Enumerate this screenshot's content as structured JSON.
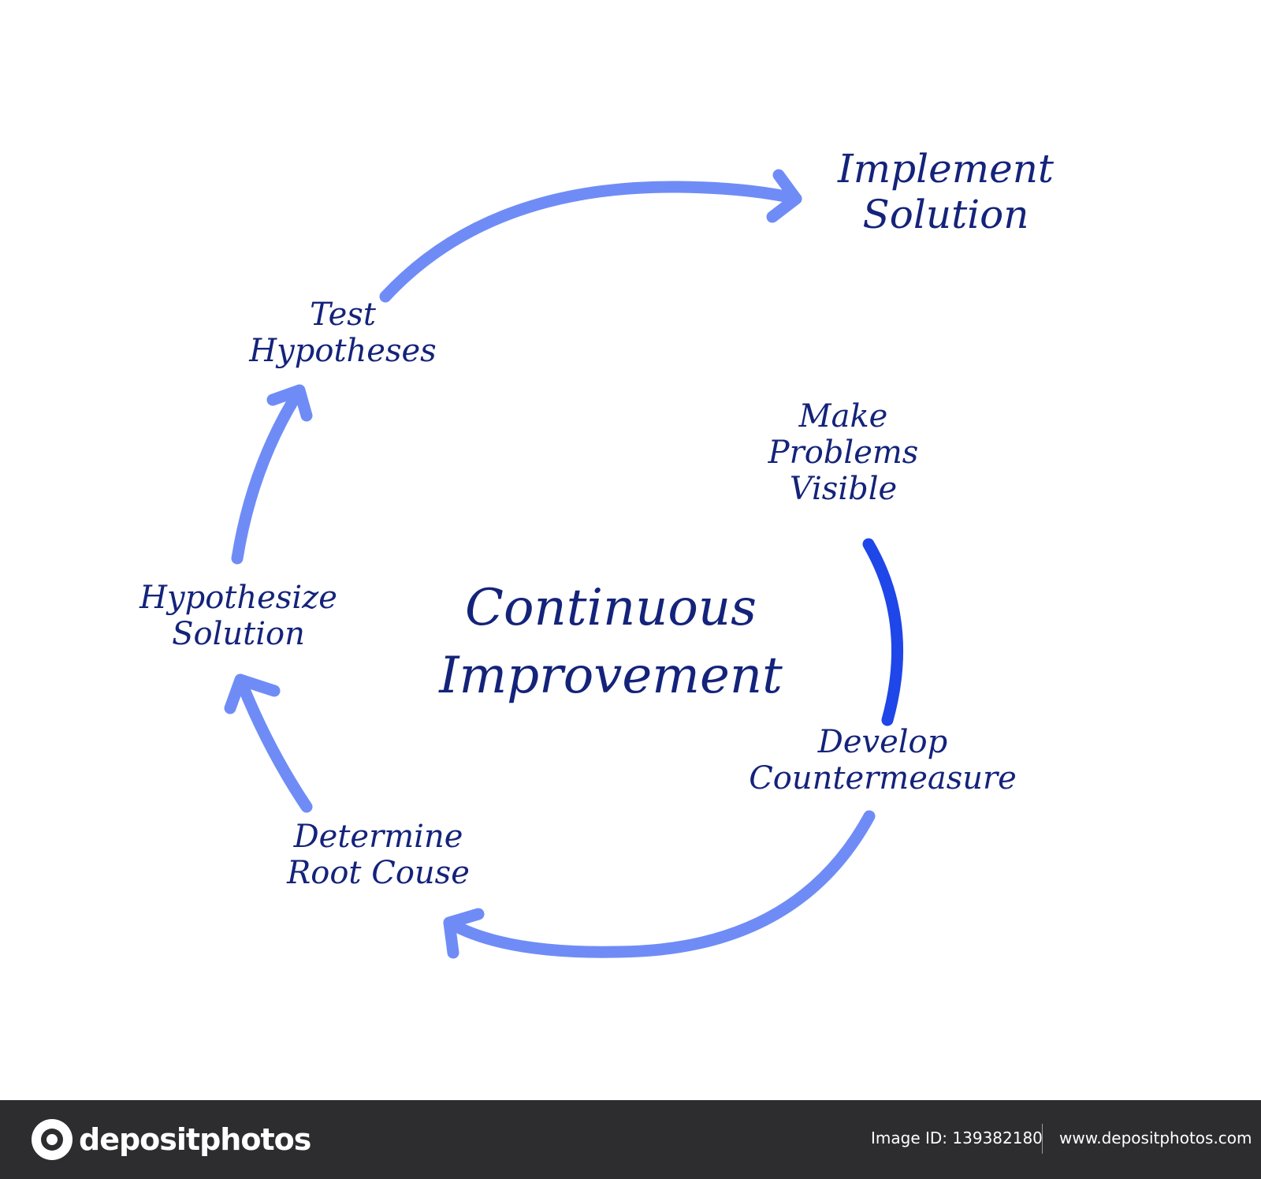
{
  "diagram": {
    "center_title": [
      "Continuous",
      "Improvement"
    ],
    "stages": {
      "make_problems_visible": [
        "Make",
        "Problems",
        "Visible"
      ],
      "develop_countermeasure": [
        "Develop",
        "Countermeasure"
      ],
      "determine_root_cause": [
        "Determine",
        "Root Couse"
      ],
      "hypothesize_solution": [
        "Hypothesize",
        "Solution"
      ],
      "test_hypotheses": [
        "Test",
        "Hypotheses"
      ],
      "implement_solution": [
        "Implement",
        "Solution"
      ]
    },
    "colors": {
      "text": "#14237a",
      "arrow": "#6f8cf6",
      "arrow_dark": "#1f46e8"
    }
  },
  "footer": {
    "brand": "depositphotos",
    "image_id": "Image ID: 139382180",
    "url": "www.depositphotos.com"
  }
}
